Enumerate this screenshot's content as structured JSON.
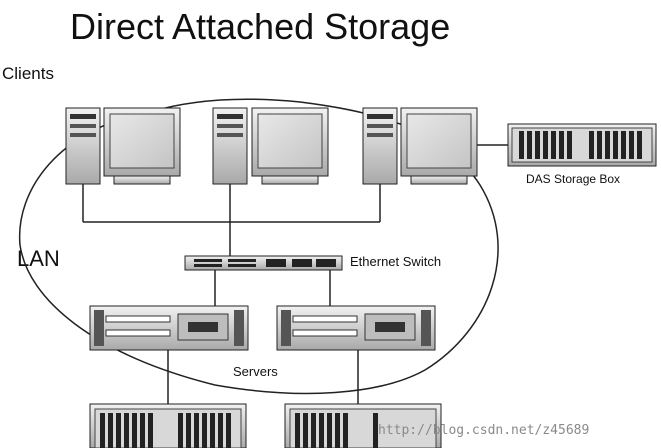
{
  "title": "Direct Attached Storage",
  "labels": {
    "clients": "Clients",
    "lan": "LAN",
    "ethernet_switch": "Ethernet Switch",
    "das_storage_box": "DAS Storage Box",
    "servers": "Servers"
  },
  "watermark": "http://blog.csdn.net/z45689"
}
